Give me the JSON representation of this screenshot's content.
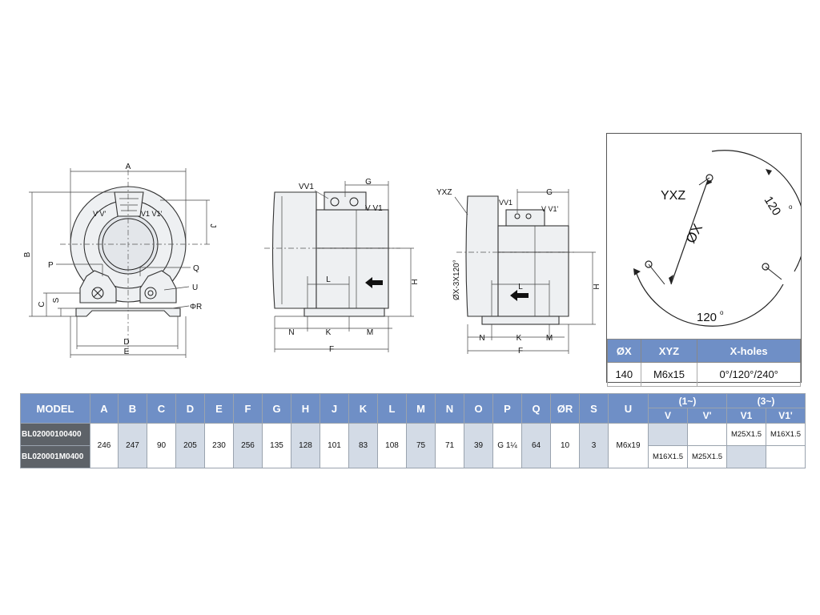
{
  "front_view": {
    "labels": {
      "A": "A",
      "B": "B",
      "C": "C",
      "D": "D",
      "E": "E",
      "J": "J",
      "P": "P",
      "Q": "Q",
      "U": "U",
      "R": "ΦR",
      "S": "S",
      "ports_left": "V V'",
      "ports_right": "V1 V1'"
    }
  },
  "side_view_1": {
    "labels": {
      "VV1": "VV1",
      "G": "G",
      "VV1_right": "V V1",
      "L": "L",
      "H": "H",
      "N": "N",
      "K": "K",
      "M": "M",
      "F": "F"
    }
  },
  "side_view_3": {
    "labels": {
      "YXZ": "YXZ",
      "VV1": "VV1",
      "G": "G",
      "VV1_right": "V V1'",
      "X": "ØX-3X120°",
      "L": "L",
      "H": "H",
      "N": "N",
      "K": "K",
      "M": "M",
      "F": "F"
    }
  },
  "hole_pattern": {
    "labels": {
      "YXZ": "YXZ",
      "OX": "ØX",
      "angle_top": "120",
      "angle_bottom": "120",
      "deg": "o"
    },
    "headers": [
      "ØX",
      "XYZ",
      "X-holes"
    ],
    "values": [
      "140",
      "M6x15",
      "0°/120°/240°"
    ]
  },
  "spec_table": {
    "columns": [
      "MODEL",
      "A",
      "B",
      "C",
      "D",
      "E",
      "F",
      "G",
      "H",
      "J",
      "K",
      "L",
      "M",
      "N",
      "O",
      "P",
      "Q",
      "ØR",
      "S",
      "U"
    ],
    "group_1": "(1~)",
    "group_3": "(3~)",
    "sub_1": [
      "V",
      "V'"
    ],
    "sub_3": [
      "V1",
      "V1'"
    ],
    "models": [
      "BL02000100400",
      "BL020001M0400"
    ],
    "dims": [
      "246",
      "247",
      "90",
      "205",
      "230",
      "256",
      "135",
      "128",
      "101",
      "83",
      "108",
      "75",
      "71",
      "39",
      "G 1¼",
      "64",
      "10",
      "3",
      "M6x19"
    ],
    "row1_threads": [
      "",
      "",
      "M25X1.5",
      "M16X1.5"
    ],
    "row2_threads": [
      "M16X1.5",
      "M25X1.5",
      "",
      ""
    ]
  }
}
